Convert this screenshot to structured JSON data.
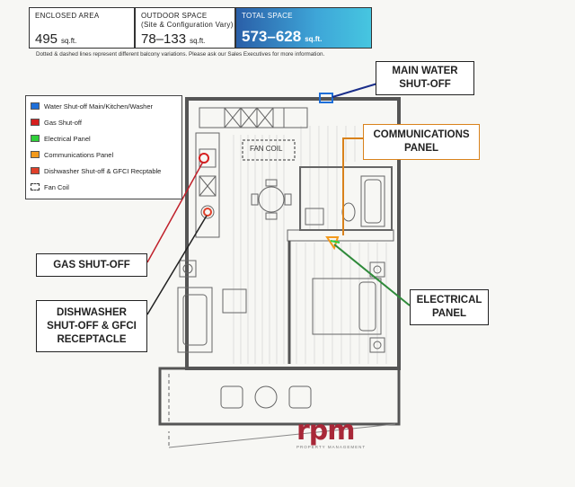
{
  "header": {
    "enclosed": {
      "label": "ENCLOSED AREA",
      "value": "495",
      "unit": "sq.ft."
    },
    "outdoor": {
      "label": "OUTDOOR SPACE",
      "sublabel": "(Site & Configuration Vary)",
      "value": "78–133",
      "unit": "sq.ft."
    },
    "total": {
      "label": "TOTAL SPACE",
      "value": "573–628",
      "unit": "sq.ft."
    }
  },
  "note": "Dotted & dashed lines represent different balcony variations. Please ask our Sales Executives for more information.",
  "legend": {
    "items": [
      {
        "label": "Water Shut-off Main/Kitchen/Washer",
        "color": "#1e6fd9"
      },
      {
        "label": "Gas Shut-off",
        "color": "#d61f1f"
      },
      {
        "label": "Electrical Panel",
        "color": "#2fcf3a"
      },
      {
        "label": "Communications Panel",
        "color": "#f39a1c"
      },
      {
        "label": "Dishwasher Shut-off & GFCI Recptable",
        "color": "#e0402a"
      },
      {
        "label": "Fan Coil",
        "color": "dashed"
      }
    ]
  },
  "plan": {
    "fan_coil_label": "FAN COIL"
  },
  "callouts": {
    "main_water": [
      "MAIN WATER",
      "SHUT-OFF"
    ],
    "communications": [
      "COMMUNICATIONS",
      "PANEL"
    ],
    "gas": [
      "GAS SHUT-OFF"
    ],
    "dishwasher": [
      "DISHWASHER",
      "SHUT-OFF & GFCI",
      "RECEPTACLE"
    ],
    "electrical": [
      "ELECTRICAL",
      "PANEL"
    ]
  },
  "callout_colors": {
    "main_water": "#1a2e8a",
    "communications": "#d9821c",
    "gas": "#c0202a",
    "dishwasher": "#222222",
    "electrical": "#2f8a3a"
  },
  "logo": {
    "brand": "rpm",
    "tagline": "PROPERTY MANAGEMENT",
    "color": "#a82838"
  }
}
